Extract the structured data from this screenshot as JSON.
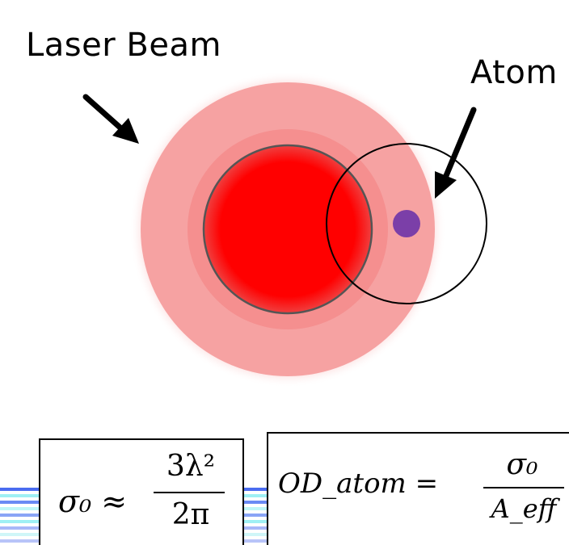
{
  "labels": {
    "laser_beam": "Laser Beam",
    "atom": "Atom"
  },
  "formulas": {
    "cross_section": {
      "lhs": "σ₀ ≈",
      "numerator": "3λ²",
      "denominator": "2π"
    },
    "optical_density": {
      "lhs": "OD_atom =",
      "numerator": "σ₀",
      "denominator": "A_eff"
    }
  },
  "colors": {
    "beam_outer": "#f8a4a4",
    "beam_core": "#ff0000",
    "atom_dot": "#7b3fa8",
    "stripe_blue": "#4a6cf0",
    "stripe_cyan": "#9ff0f4"
  }
}
